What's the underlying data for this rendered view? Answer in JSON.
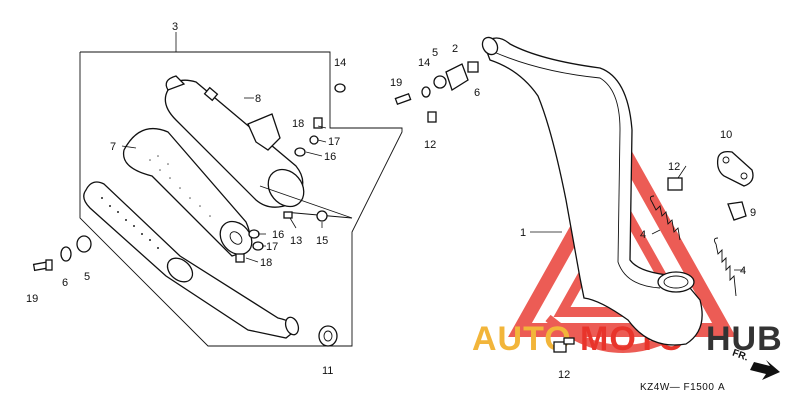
{
  "callouts": {
    "c1": "1",
    "c2": "2",
    "c3": "3",
    "c4a": "4",
    "c4b": "4",
    "c5a": "5",
    "c5b": "5",
    "c6a": "6",
    "c6b": "6",
    "c7": "7",
    "c8": "8",
    "c9": "9",
    "c10": "10",
    "c11": "11",
    "c12a": "12",
    "c12b": "12",
    "c12c": "12",
    "c13": "13",
    "c14a": "14",
    "c14b": "14",
    "c15": "15",
    "c16a": "16",
    "c16b": "16",
    "c17a": "17",
    "c17b": "17",
    "c18a": "18",
    "c18b": "18",
    "c19a": "19",
    "c19b": "19"
  },
  "diagram_code": "KZ4W— F1500",
  "diagram_code_suffix": "A",
  "direction_label": "FR.",
  "watermark": {
    "brand_part1": "AUTO",
    "brand_part2": "MOTO",
    "brand_part3": "HUB",
    "color_orange": "#f2b53a",
    "color_red": "#e8342b",
    "color_dark": "#333333"
  }
}
